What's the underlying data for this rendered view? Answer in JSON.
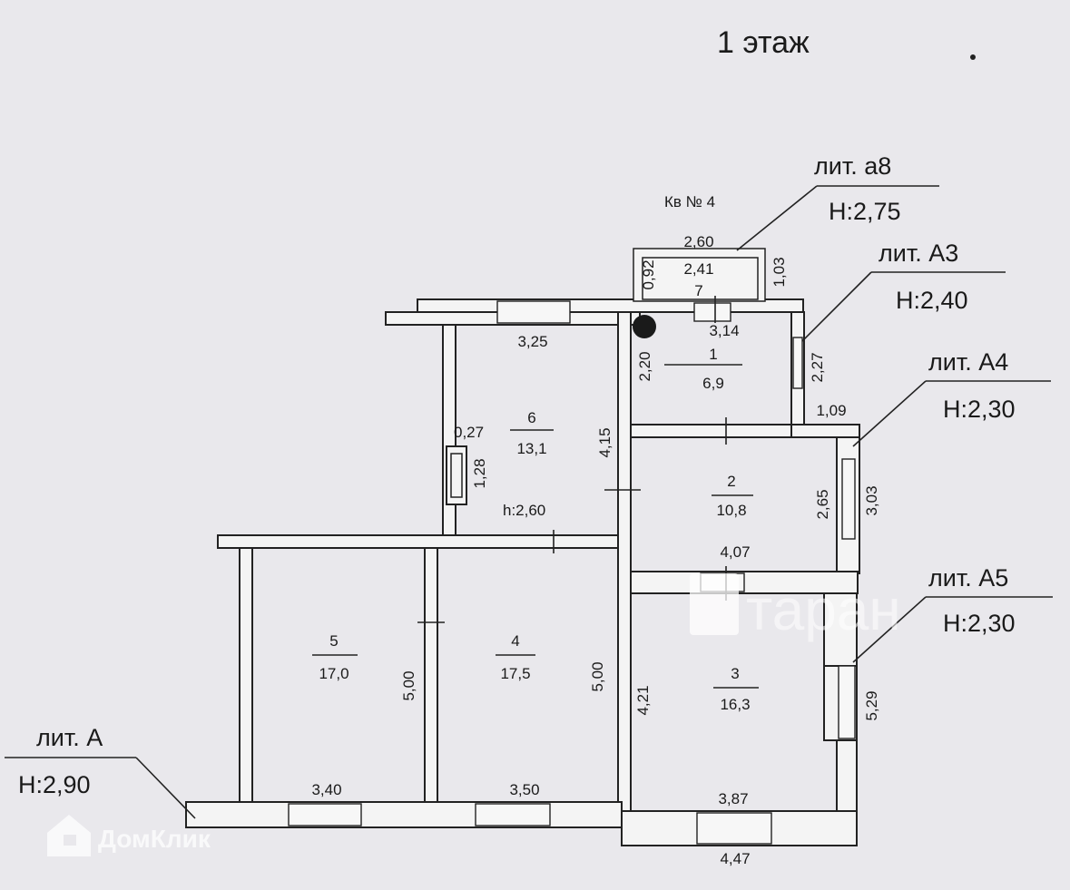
{
  "title": "1 этаж",
  "apartment": "Кв № 4",
  "liters": [
    {
      "id": "a8",
      "name": "лит. а8",
      "height": "H:2,75"
    },
    {
      "id": "A3",
      "name": "лит. А3",
      "height": "H:2,40"
    },
    {
      "id": "A4",
      "name": "лит. А4",
      "height": "H:2,30"
    },
    {
      "id": "A5",
      "name": "лит. А5",
      "height": "H:2,30"
    },
    {
      "id": "A",
      "name": "лит. А",
      "height": "H:2,90"
    }
  ],
  "rooms": [
    {
      "number": "1",
      "area": "6,9"
    },
    {
      "number": "2",
      "area": "10,8"
    },
    {
      "number": "3",
      "area": "16,3"
    },
    {
      "number": "4",
      "area": "17,5"
    },
    {
      "number": "5",
      "area": "17,0"
    },
    {
      "number": "6",
      "area": "13,1"
    },
    {
      "number": "7"
    }
  ],
  "room6_height": "h:2,60",
  "dimensions": {
    "porch_top": "2,60",
    "porch_inner": "2,41",
    "porch_left": "0,92",
    "porch_right": "1,03",
    "r1_top": "3,14",
    "r1_left": "2,20",
    "r1_right": "2,27",
    "r1_bottom": "1,09",
    "r6_top": "3,25",
    "r6_right": "4,15",
    "stove_w": "0,27",
    "stove_h": "1,28",
    "r2_right": "2,65",
    "r2_outer": "3,03",
    "r2_bottom": "4,07",
    "r3_left": "4,21",
    "r3_right": "5,29",
    "r3_bottom": "3,87",
    "outer_bottom": "4,47",
    "r5_right": "5,00",
    "r5_bottom": "3,40",
    "r4_right": "5,00",
    "r4_bottom": "3,50"
  },
  "watermarks": {
    "brand1": "таран",
    "brand2": "ДомКлик"
  }
}
